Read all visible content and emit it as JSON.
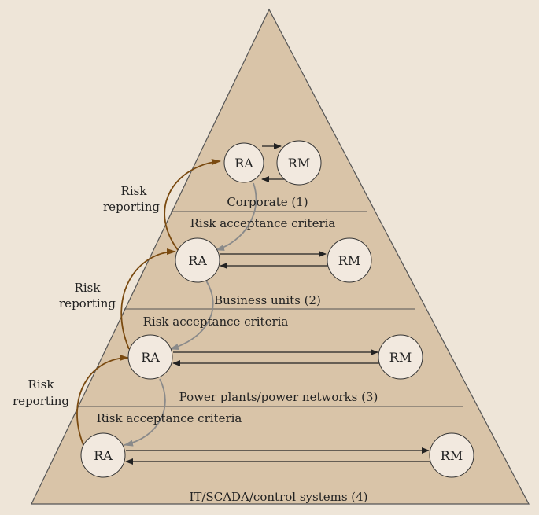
{
  "colors": {
    "background": "#eee5d8",
    "pyramid_fill": "#d9c4a8",
    "pyramid_stroke": "#555555",
    "node_fill": "#f2e9df",
    "node_stroke": "#333333",
    "link_arrow": "#222222",
    "reporting_arrow": "#7a4a10",
    "criteria_arrow": "#8a8a8a"
  },
  "levels": [
    {
      "name": "Corporate (1)",
      "ra": "RA",
      "rm": "RM"
    },
    {
      "name": "Business units (2)",
      "ra": "RA",
      "rm": "RM"
    },
    {
      "name": "Power plants/power networks (3)",
      "ra": "RA",
      "rm": "RM"
    },
    {
      "name": "IT/SCADA/control systems (4)",
      "ra": "RA",
      "rm": "RM"
    }
  ],
  "criteria": [
    "Risk acceptance criteria",
    "Risk acceptance criteria",
    "Risk acceptance criteria"
  ],
  "reporting": [
    {
      "line1": "Risk",
      "line2": "reporting"
    },
    {
      "line1": "Risk",
      "line2": "reporting"
    },
    {
      "line1": "Risk",
      "line2": "reporting"
    }
  ]
}
